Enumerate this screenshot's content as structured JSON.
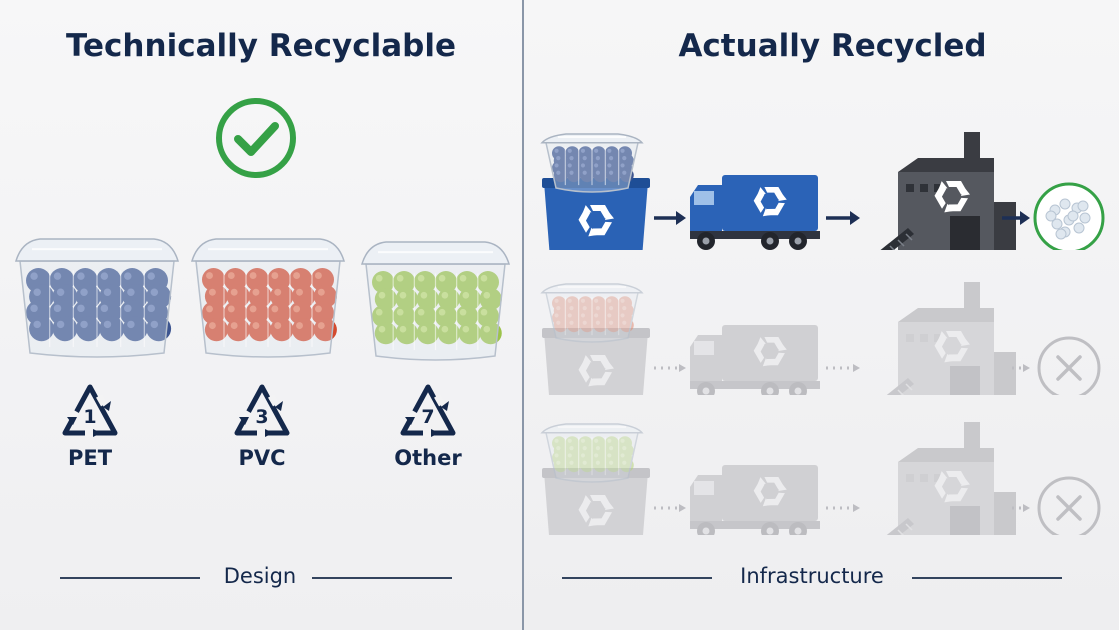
{
  "left": {
    "title": "Technically Recyclable",
    "status_icon": "check-circle-icon",
    "containers": [
      {
        "fruit": "blueberries",
        "fill": "#3d5590",
        "highlight": "#7287bd",
        "code": "1",
        "label": "PET"
      },
      {
        "fruit": "tomatoes",
        "fill": "#d44a2e",
        "highlight": "#f08a6a",
        "code": "3",
        "label": "PVC"
      },
      {
        "fruit": "grapes",
        "fill": "#9cc34a",
        "highlight": "#c8e27e",
        "code": "7",
        "label": "Other"
      }
    ],
    "footer": "Design"
  },
  "right": {
    "title": "Actually Recycled",
    "pipeline_stages": [
      "recycling-bin",
      "garbage-truck",
      "recycling-facility",
      "result"
    ],
    "rows": [
      {
        "fruit": "blueberries",
        "fill": "#3d5590",
        "highlight": "#7287bd",
        "active": true,
        "result_icon": "recycled-pellets-icon"
      },
      {
        "fruit": "tomatoes",
        "fill": "#e08a72",
        "highlight": "#f2b8a6",
        "active": false,
        "result_icon": "cross-circle-icon"
      },
      {
        "fruit": "grapes",
        "fill": "#b5d47a",
        "highlight": "#d8eaa8",
        "active": false,
        "result_icon": "cross-circle-icon"
      }
    ],
    "footer": "Infrastructure"
  },
  "colors": {
    "navy": "#14284b",
    "check_green": "#35a146",
    "bin_blue": "#2a62b5",
    "truck_blue": "#2b63b7",
    "faded_gray": "#c9c9cc",
    "arrow_navy": "#1d2f55"
  }
}
